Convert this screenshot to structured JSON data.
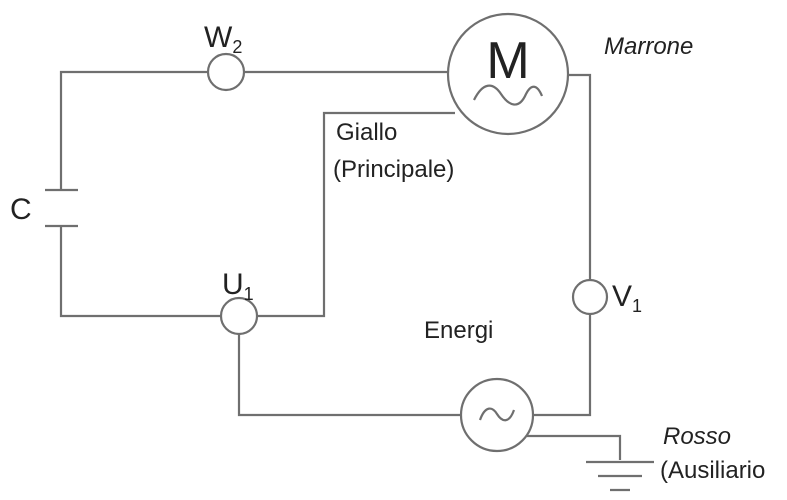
{
  "labels": {
    "w": "W",
    "w_sub": "2",
    "u": "U",
    "u_sub": "1",
    "v": "V",
    "v_sub": "1",
    "motor": "M",
    "capacitor": "C",
    "marrone": "Marrone",
    "giallo": "Giallo",
    "principale": "(Principale)",
    "energi": "Energi",
    "rosso": "Rosso",
    "ausiliario": "(Ausiliario"
  },
  "colors": {
    "wire": "#6f6f6f",
    "text": "#222222",
    "background": "#ffffff"
  },
  "icons": {
    "motor_symbol": "sine-wave-icon",
    "source_symbol": "ac-source-icon",
    "ground_symbol": "ground-icon"
  }
}
